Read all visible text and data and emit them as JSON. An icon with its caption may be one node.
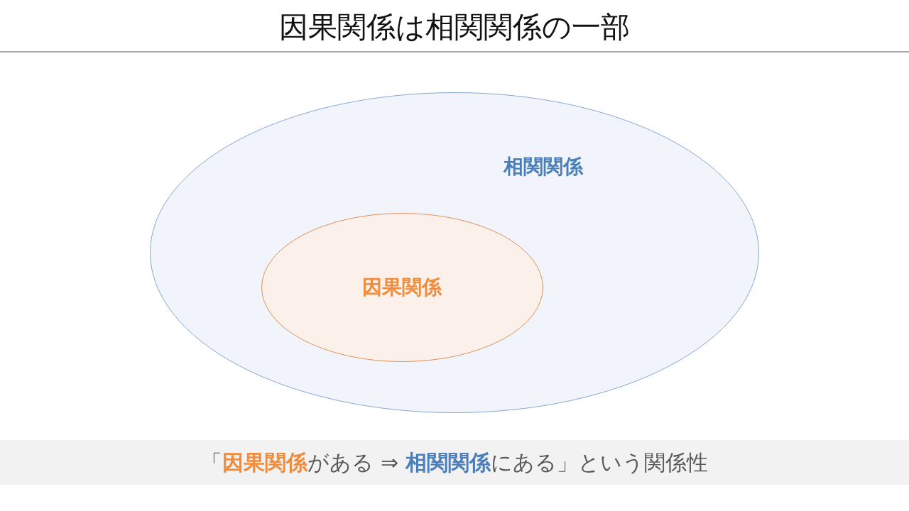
{
  "diagram": {
    "title": "因果関係は相関関係の一部",
    "nodes": [
      {
        "text": [
          "相関関係"
        ]
      },
      {
        "text": [
          "因果関係"
        ],
        "in": 0
      },
      {
        "text": [
          "「**因果関係**がある ⇒ **相関関係**にある」という関係性"
        ]
      }
    ],
    "edges": []
  }
}
